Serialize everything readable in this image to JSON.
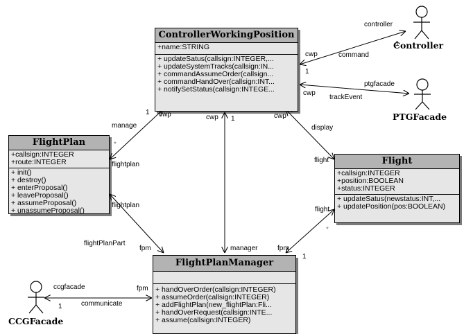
{
  "classes": {
    "cwp": {
      "name": "ControllerWorkingPosition",
      "attributes": [
        "+name:STRING"
      ],
      "operations": [
        "+ updateSatus(callsign:INTEGER,...",
        "+ updateSystemTracks(callsign:IN...",
        "+ commandAssumeOrder(callsign...",
        "+ commandHandOver(callsign:INT...",
        "+ notifySetStatus(callsign:INTEGE..."
      ]
    },
    "flightplan": {
      "name": "FlightPlan",
      "attributes": [
        "+callsign:INTEGER",
        "+route:INTEGER"
      ],
      "operations": [
        "+ init()",
        "+ destroy()",
        "+ enterProposal()",
        "+ leaveProposal()",
        "+ assumeProposal()",
        "+ unassumeProposal()"
      ]
    },
    "flight": {
      "name": "Flight",
      "attributes": [
        "+callsign:INTEGER",
        "+position:BOOLEAN",
        "+status:INTEGER"
      ],
      "operations": [
        "+ updateSatus(newstatus:INT,...",
        "+ updatePosition(pos:BOOLEAN)"
      ]
    },
    "fpm": {
      "name": "FlightPlanManager",
      "attributes": [],
      "operations": [
        "+ handOverOrder(callsign:INTEGER)",
        "+ assumeOrder(callsign:INTEGER)",
        "+ addFlightPlan(new_flightPlan:Fli...",
        "+ handOverRequest(callsign:INTE...",
        "+ assume(callsign:INTEGER)"
      ]
    }
  },
  "actors": {
    "controller": "Controller",
    "ptgfacade": "PTGFacade",
    "ccgfacade": "CCGFacade"
  },
  "labels": {
    "controller_role": "controller",
    "controller_mult": "1",
    "controller_cwp": "cwp",
    "controller_cwp_mult": "1",
    "command": "command",
    "ptg_role": "ptgfacade",
    "ptg_cwp": "cwp",
    "track_event": "trackEvent",
    "manage": "manage",
    "manage_mult": "1",
    "manage_cwp": "cwp",
    "manage_star": "*",
    "manage_flightplan": "flightplan",
    "cwp_mid": "cwp",
    "cwp_mid_mult": "1",
    "manager": "manager",
    "display_cwp": "cwp",
    "display": "display",
    "display_flight": "flight",
    "fp_flightplan": "flightplan",
    "fp_part": "flightPlanPart",
    "fp_fpm": "fpm",
    "flight_flight": "flight",
    "flight_star": "*",
    "flight_fpm": "fpm",
    "flight_fpm_mult": "1",
    "ccg_role": "ccgfacade",
    "ccg_mult": "1",
    "communicate": "communicate",
    "ccg_fpm": "fpm"
  }
}
